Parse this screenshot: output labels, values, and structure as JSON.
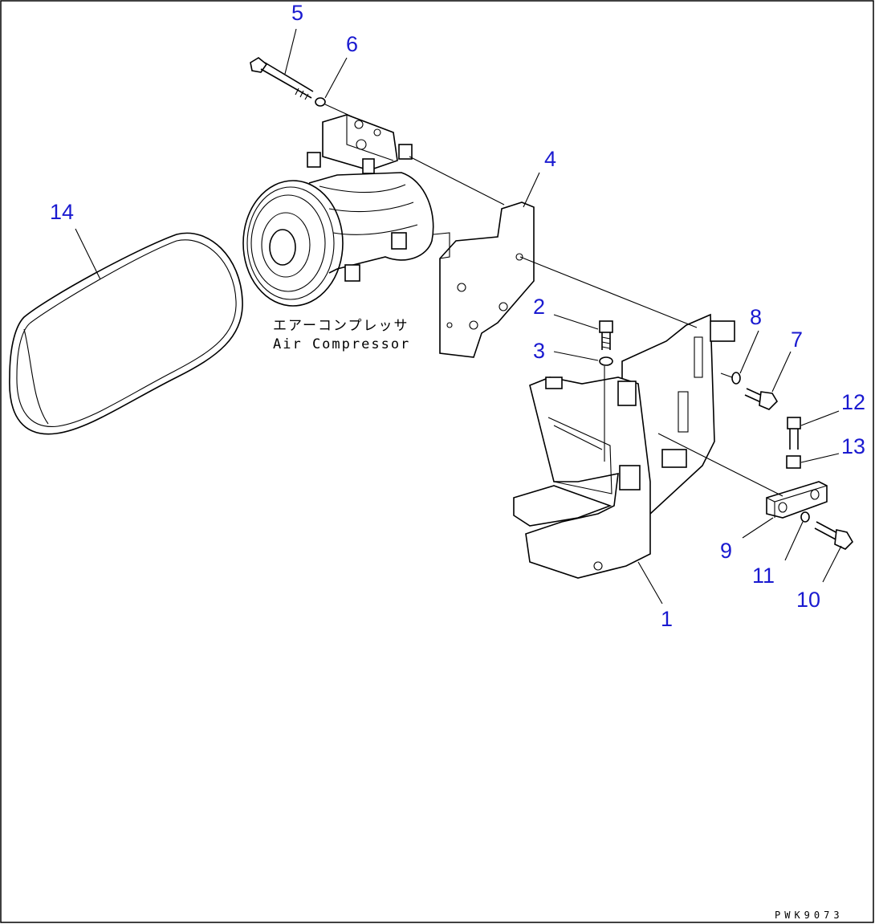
{
  "diagram": {
    "callouts": [
      {
        "id": "1",
        "label": "1"
      },
      {
        "id": "2",
        "label": "2"
      },
      {
        "id": "3",
        "label": "3"
      },
      {
        "id": "4",
        "label": "4"
      },
      {
        "id": "5",
        "label": "5"
      },
      {
        "id": "6",
        "label": "6"
      },
      {
        "id": "7",
        "label": "7"
      },
      {
        "id": "8",
        "label": "8"
      },
      {
        "id": "9",
        "label": "9"
      },
      {
        "id": "10",
        "label": "10"
      },
      {
        "id": "11",
        "label": "11"
      },
      {
        "id": "12",
        "label": "12"
      },
      {
        "id": "13",
        "label": "13"
      },
      {
        "id": "14",
        "label": "14"
      }
    ],
    "compressor_label_jp": "エアーコンプレッサ",
    "compressor_label_en": "Air Compressor",
    "drawing_code": "PWK9073",
    "colors": {
      "callout": "#1a1ad0",
      "line": "#000000",
      "background": "#ffffff"
    }
  }
}
